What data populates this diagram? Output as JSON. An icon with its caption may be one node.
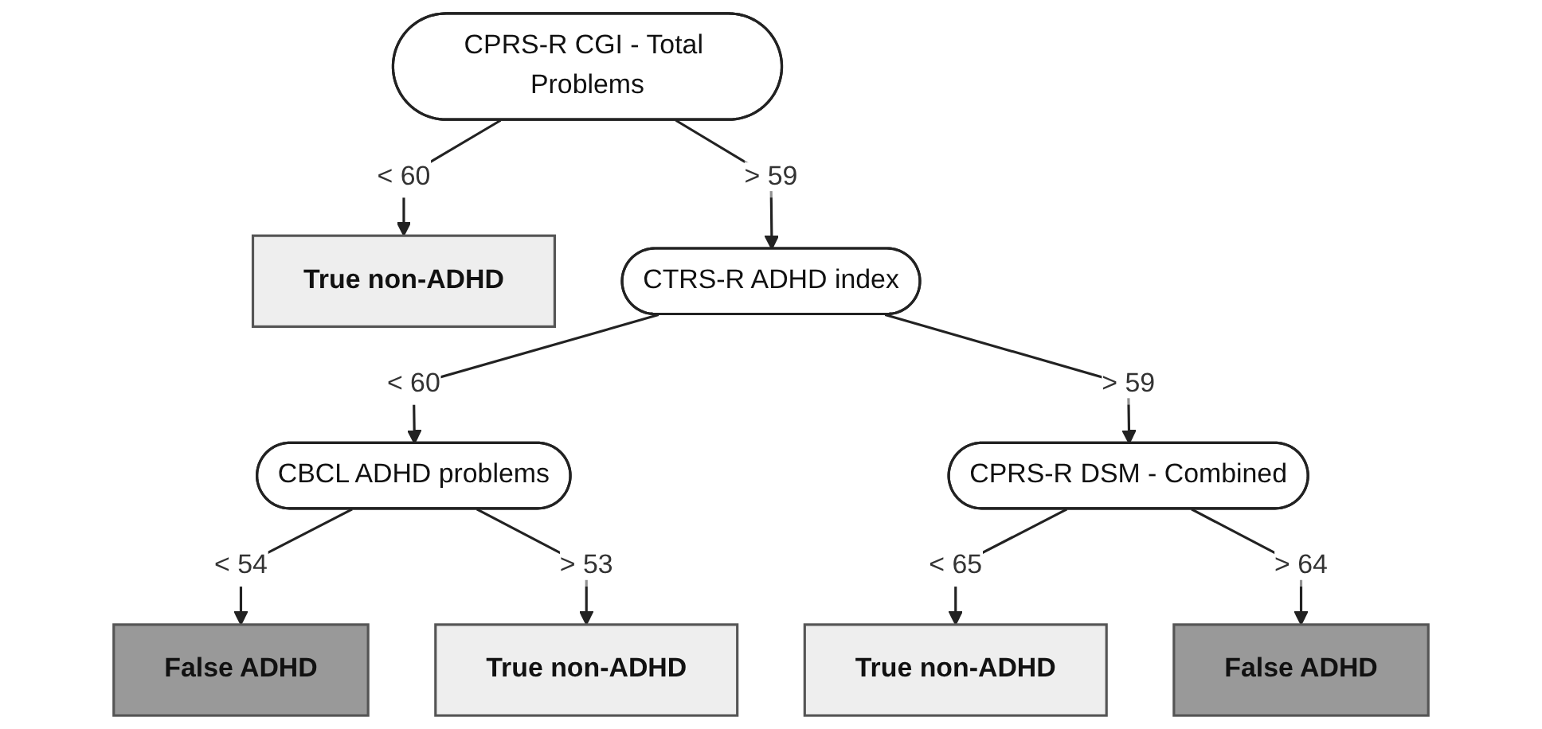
{
  "diagram": {
    "nodes": [
      {
        "text": [
          "CPRS-R CGI - Total Problems"
        ]
      },
      {
        "text": [
          "True non-ADHD"
        ]
      },
      {
        "text": [
          "CTRS-R ADHD index"
        ]
      },
      {
        "text": [
          "CBCL ADHD problems"
        ]
      },
      {
        "text": [
          "CPRS-R DSM - Combined"
        ]
      },
      {
        "text": [
          "False ADHD"
        ]
      },
      {
        "text": [
          "True non-ADHD"
        ]
      },
      {
        "text": [
          "True non-ADHD"
        ]
      },
      {
        "text": [
          "False ADHD"
        ]
      }
    ],
    "edges": [
      {
        "from": 0,
        "to": 1,
        "arrow": "to",
        "label": "< 60"
      },
      {
        "from": 0,
        "to": 2,
        "arrow": "to",
        "label": "> 59"
      },
      {
        "from": 2,
        "to": 3,
        "arrow": "to",
        "label": "< 60"
      },
      {
        "from": 2,
        "to": 4,
        "arrow": "to",
        "label": "> 59"
      },
      {
        "from": 3,
        "to": 5,
        "arrow": "to",
        "label": "< 54"
      },
      {
        "from": 3,
        "to": 6,
        "arrow": "to",
        "label": "> 53"
      },
      {
        "from": 4,
        "to": 7,
        "arrow": "to",
        "label": "< 65"
      },
      {
        "from": 4,
        "to": 8,
        "arrow": "to",
        "label": "> 64"
      }
    ]
  }
}
